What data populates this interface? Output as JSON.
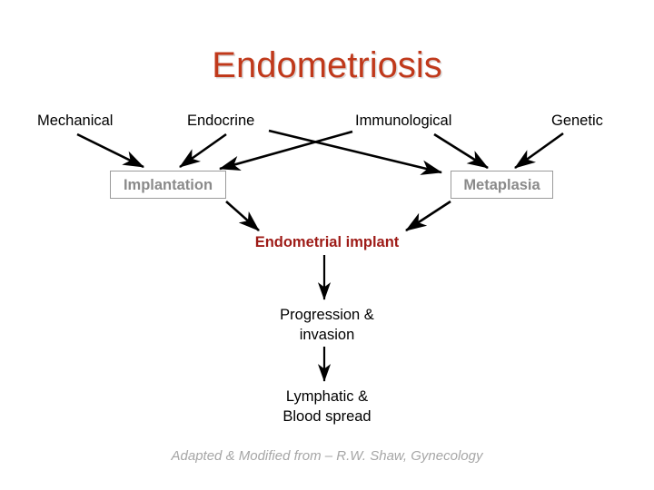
{
  "slide": {
    "title": "Endometriosis",
    "title_color": "#c0391b",
    "background": "#ffffff"
  },
  "causes": [
    {
      "id": "mechanical",
      "label": "Mechanical"
    },
    {
      "id": "endocrine",
      "label": "Endocrine"
    },
    {
      "id": "immunological",
      "label": "Immunological"
    },
    {
      "id": "genetic",
      "label": "Genetic"
    }
  ],
  "mechanisms": [
    {
      "id": "implantation",
      "label": "Implantation",
      "border_color": "#9a9a9a",
      "text_color": "#8a8a8a"
    },
    {
      "id": "metaplasia",
      "label": "Metaplasia",
      "border_color": "#9a9a9a",
      "text_color": "#8a8a8a"
    }
  ],
  "outcome": {
    "label": "Endometrial implant",
    "color": "#9e1b17"
  },
  "flow": [
    {
      "id": "progression",
      "line1": "Progression &",
      "line2": "invasion"
    },
    {
      "id": "lymphatic",
      "line1": "Lymphatic &",
      "line2": "Blood spread"
    }
  ],
  "footer": {
    "text": "Adapted & Modified from – R.W. Shaw, Gynecology",
    "color": "#a6a6a6"
  },
  "arrows": {
    "color": "#000000",
    "connections": [
      {
        "from": "mechanical",
        "to": "implantation"
      },
      {
        "from": "endocrine",
        "to": "implantation"
      },
      {
        "from": "immunological",
        "to": "implantation"
      },
      {
        "from": "endocrine",
        "to": "metaplasia"
      },
      {
        "from": "immunological",
        "to": "metaplasia"
      },
      {
        "from": "genetic",
        "to": "metaplasia"
      },
      {
        "from": "implantation",
        "to": "endometrial-implant"
      },
      {
        "from": "metaplasia",
        "to": "endometrial-implant"
      },
      {
        "from": "endometrial-implant",
        "to": "progression"
      },
      {
        "from": "progression",
        "to": "lymphatic"
      }
    ]
  }
}
